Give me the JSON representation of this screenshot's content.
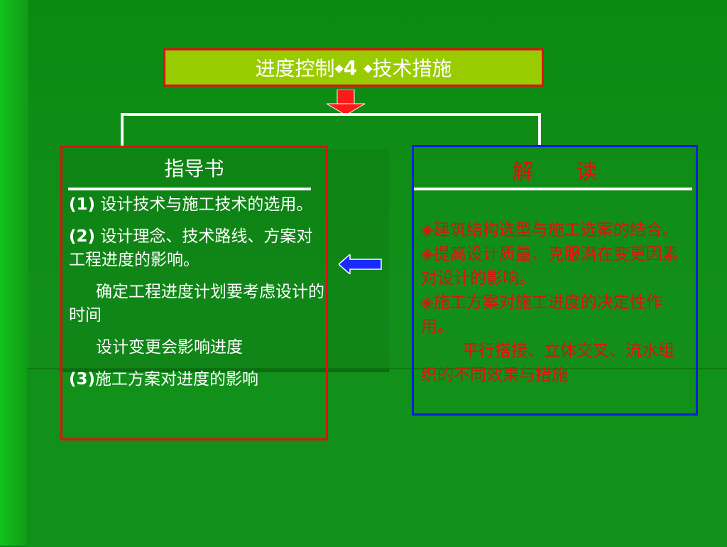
{
  "title": {
    "prefix": "进度控制",
    "bullet": "◆",
    "number": "4",
    "suffix": "技术措施"
  },
  "guide": {
    "heading": "指导书",
    "items": [
      {
        "num": "(1)",
        "text": " 设计技术与施工技术的选用。"
      },
      {
        "num": "(2)",
        "text": " 设计理念、技术路线、方案对工程进度的影响。"
      },
      {
        "text": "确定工程进度计划要考虑设计的时间"
      },
      {
        "text": "设计变更会影响进度"
      },
      {
        "num": "(3)",
        "text": "施工方案对进度的影响"
      }
    ]
  },
  "interpretation": {
    "heading": "解　　读",
    "items": [
      {
        "text": "◈建筑结构选型与施工选案的结合。"
      },
      {
        "text": "◈提高设计质量、克服潜在变更因素对设计的影响。"
      },
      {
        "text": "◈施工方案对施工进度的决定性作用。"
      },
      {
        "text": "平行搭接、立体交叉、流水组织的不同效果与措施"
      }
    ]
  },
  "colors": {
    "background": "#128f1a",
    "title_fill": "#99cc00",
    "red": "#e01010",
    "blue": "#0a1ee0",
    "white": "#ffffff"
  },
  "icons": {
    "down_arrow": "red-down-arrow-icon",
    "left_arrow": "blue-left-arrow-icon"
  }
}
